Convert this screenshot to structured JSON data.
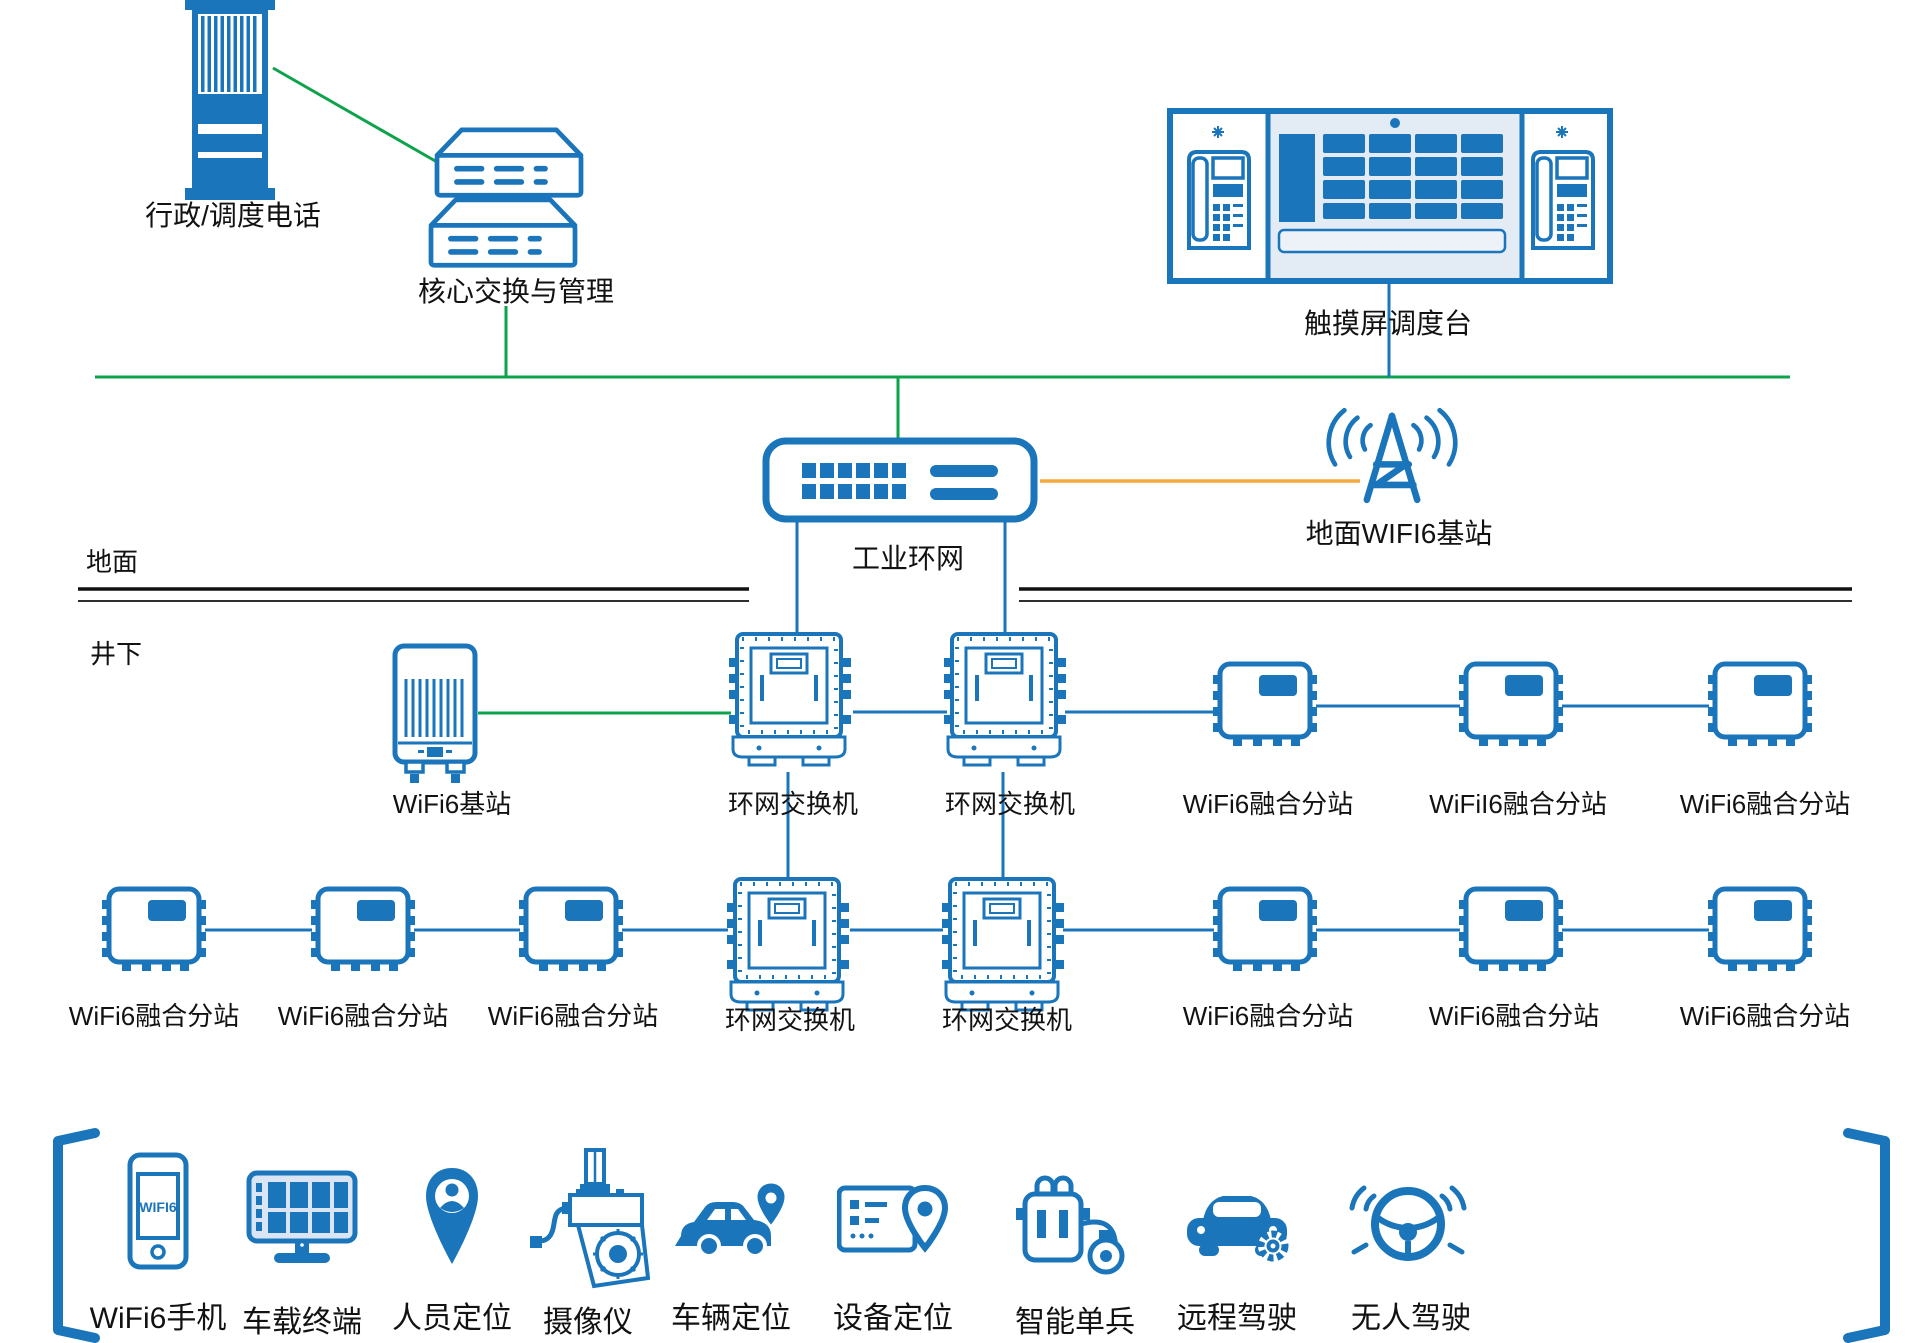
{
  "colors": {
    "primary_blue": "#1B75BB",
    "line_green": "#0EA24B",
    "line_orange": "#F2A93B",
    "divider_black": "#111111",
    "screen_light": "#E3EBF5"
  },
  "top": {
    "admin_phone_label": "行政/调度电话",
    "core_switch_label": "核心交换与管理",
    "console_label": "触摸屏调度台",
    "ring_label": "工业环网",
    "surface_bs_label": "地面WIFI6基站",
    "surface_label": "地面",
    "underground_label": "井下"
  },
  "phone_screen_text": "WIFI6",
  "row1": [
    {
      "label": "WiFi6基站"
    },
    {
      "label": "环网交换机"
    },
    {
      "label": "环网交换机"
    },
    {
      "label": "WiFi6融合分站"
    },
    {
      "label": "WiFiI6融合分站"
    },
    {
      "label": "WiFi6融合分站"
    }
  ],
  "row2": [
    {
      "label": "WiFi6融合分站"
    },
    {
      "label": "WiFi6融合分站"
    },
    {
      "label": "WiFi6融合分站"
    },
    {
      "label": "环网交换机"
    },
    {
      "label": "环网交换机"
    },
    {
      "label": "WiFi6融合分站"
    },
    {
      "label": "WiFi6融合分站"
    },
    {
      "label": "WiFi6融合分站"
    }
  ],
  "terminals": [
    {
      "label": "WiFi6手机"
    },
    {
      "label": "车载终端"
    },
    {
      "label": "人员定位"
    },
    {
      "label": "摄像仪"
    },
    {
      "label": "车辆定位"
    },
    {
      "label": "设备定位"
    },
    {
      "label": "智能单兵"
    },
    {
      "label": "远程驾驶"
    },
    {
      "label": "无人驾驶"
    }
  ]
}
